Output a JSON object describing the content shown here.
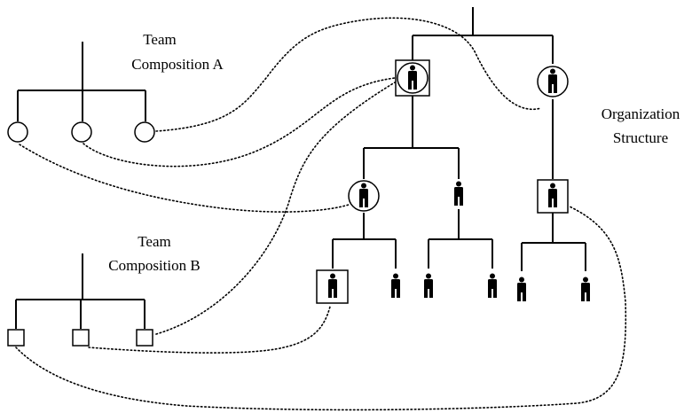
{
  "labels": {
    "team_a": [
      "Team",
      "Composition A"
    ],
    "team_b": [
      "Team",
      "Composition B"
    ],
    "org": [
      "Organization",
      "Structure"
    ]
  },
  "colors": {
    "ink": "#000000",
    "background": "#ffffff"
  },
  "icons": {
    "person": "person-icon",
    "team_a_member": "circle-node",
    "team_b_member": "square-node"
  }
}
